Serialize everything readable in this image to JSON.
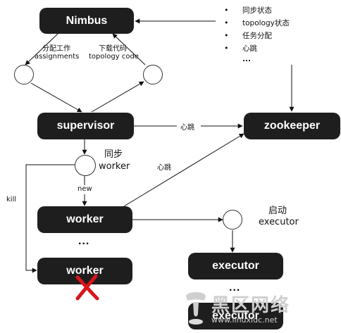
{
  "nodes": {
    "nimbus": "Nimbus",
    "supervisor": "supervisor",
    "zookeeper": "zookeeper",
    "worker1": "worker",
    "worker2": "worker",
    "executor1": "executor",
    "executor2": "executor"
  },
  "nimbus_state": {
    "items": [
      "同步状态",
      "topology状态",
      "任务分配",
      "心跳"
    ],
    "more": "..."
  },
  "labels": {
    "assign_line1": "分配工作",
    "assign_line2": "assignments",
    "download_line1": "下载代码",
    "download_line2": "topology code",
    "heartbeat1": "心跳",
    "heartbeat2": "心跳",
    "sync_line1": "同步",
    "sync_line2": "worker",
    "new": "new",
    "kill": "kill",
    "start_line1": "启动",
    "start_line2": "executor",
    "dots_workers": "...",
    "dots_executors": "..."
  },
  "watermark": {
    "text": "黑区网络",
    "url": "www.linuxidc.net"
  },
  "colors": {
    "node_bg": "#1e1e1e",
    "node_text": "#ffffff",
    "x_mark": "#d9141b",
    "watermark": "#cfcfcf"
  }
}
